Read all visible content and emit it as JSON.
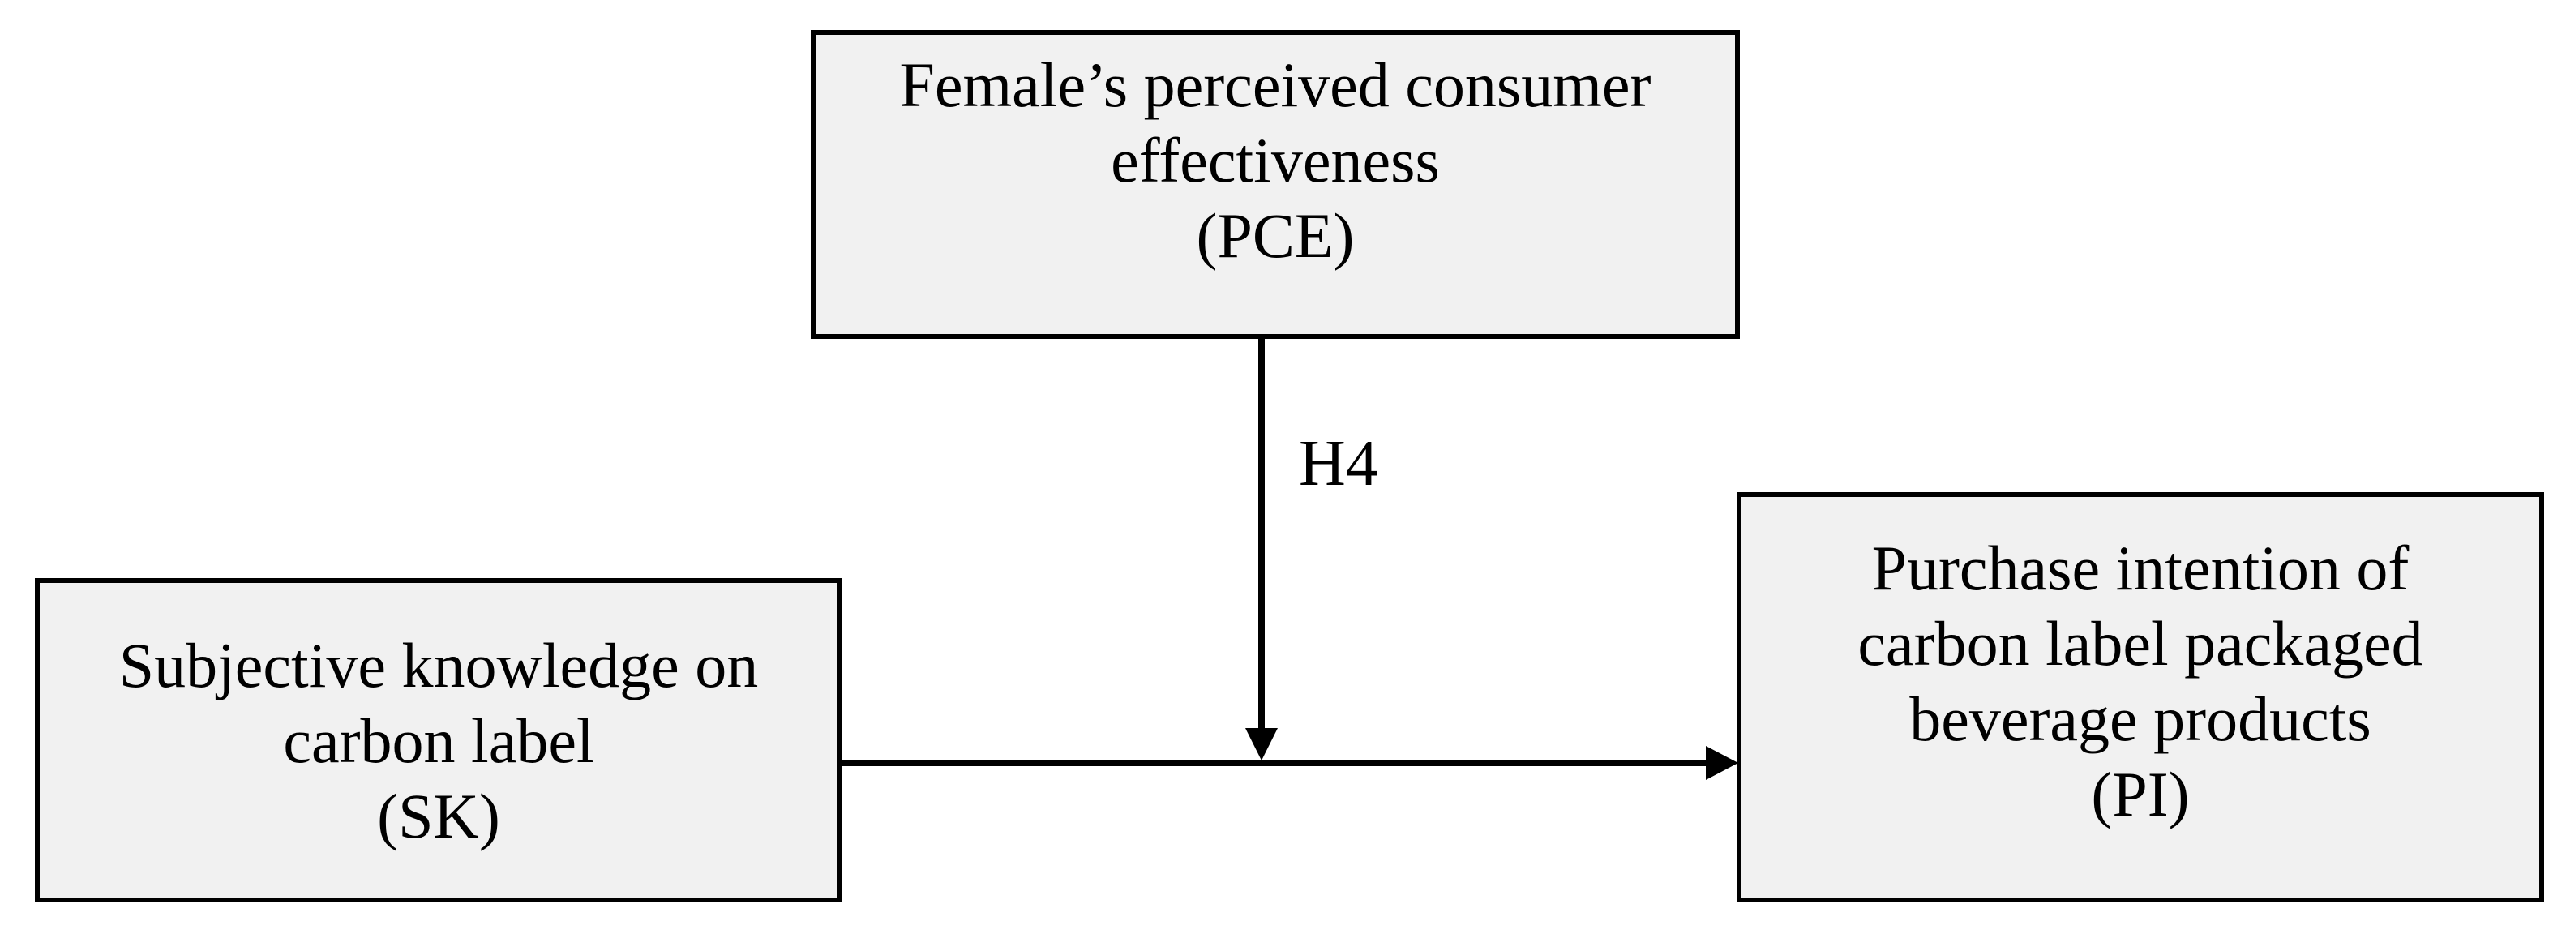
{
  "diagram": {
    "kind": "conceptual-research-model",
    "nodes": {
      "pce": {
        "abbr": "PCE",
        "lines": [
          "Female’s perceived consumer",
          "effectiveness",
          "(PCE)"
        ]
      },
      "sk": {
        "abbr": "SK",
        "lines": [
          "Subjective knowledge on",
          "carbon label",
          "(SK)"
        ]
      },
      "pi": {
        "abbr": "PI",
        "lines": [
          "Purchase intention of",
          "carbon label packaged",
          "beverage products",
          "(PI)"
        ]
      }
    },
    "edges": {
      "sk_to_pi": {
        "from": "SK",
        "to": "PI",
        "label": ""
      },
      "pce_moderation": {
        "from": "PCE",
        "to": "SK→PI path",
        "label": "H4"
      }
    },
    "colors": {
      "background": "#ffffff",
      "box_fill": "#f1f1f1",
      "box_border": "#000000",
      "arrow": "#000000",
      "text": "#000000"
    }
  }
}
